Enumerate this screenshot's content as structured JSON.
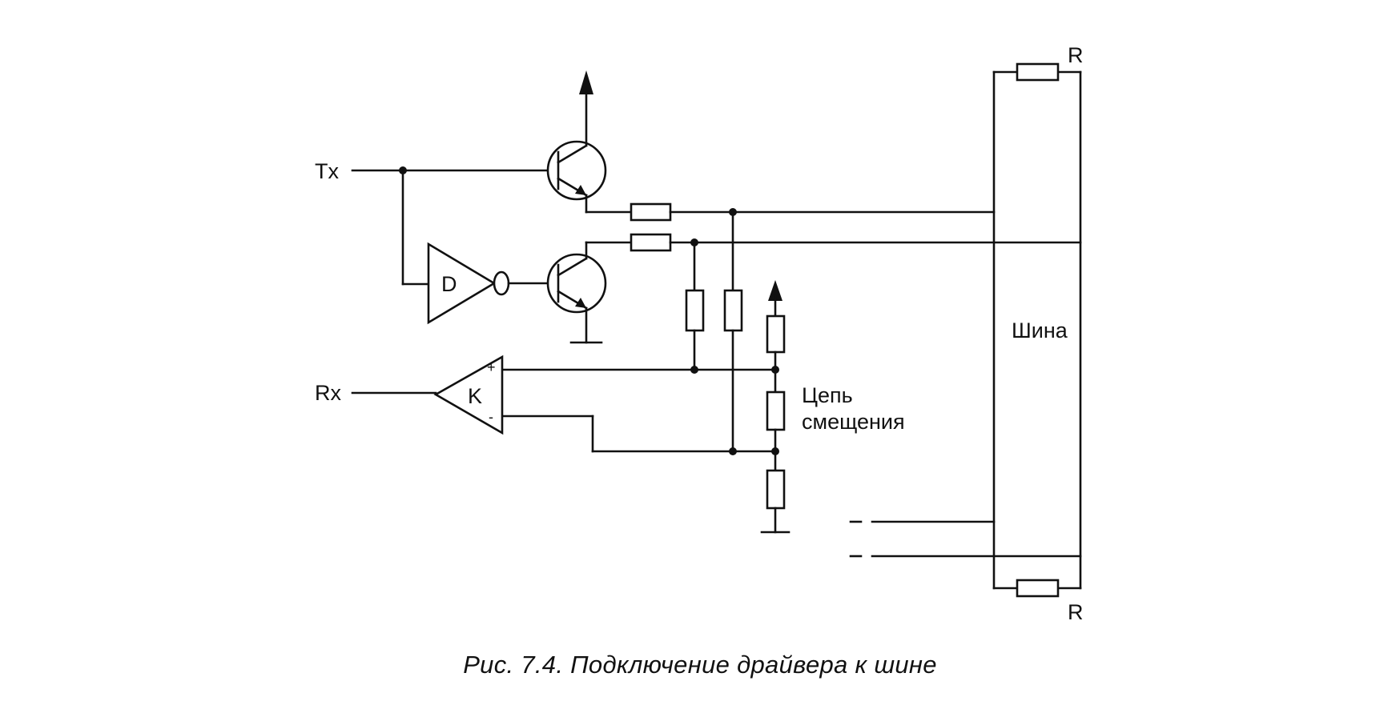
{
  "labels": {
    "tx": "Tx",
    "rx": "Rx",
    "driver": "D",
    "comparator": "K",
    "plus": "+",
    "minus": "-",
    "bus": "Шина",
    "bias_line1": "Цепь",
    "bias_line2": "смещения",
    "terminator_top": "R",
    "terminator_bottom": "R"
  },
  "caption": "Рис. 7.4. Подключение драйвера к шине",
  "colors": {
    "ink": "#111111",
    "background": "#ffffff"
  }
}
